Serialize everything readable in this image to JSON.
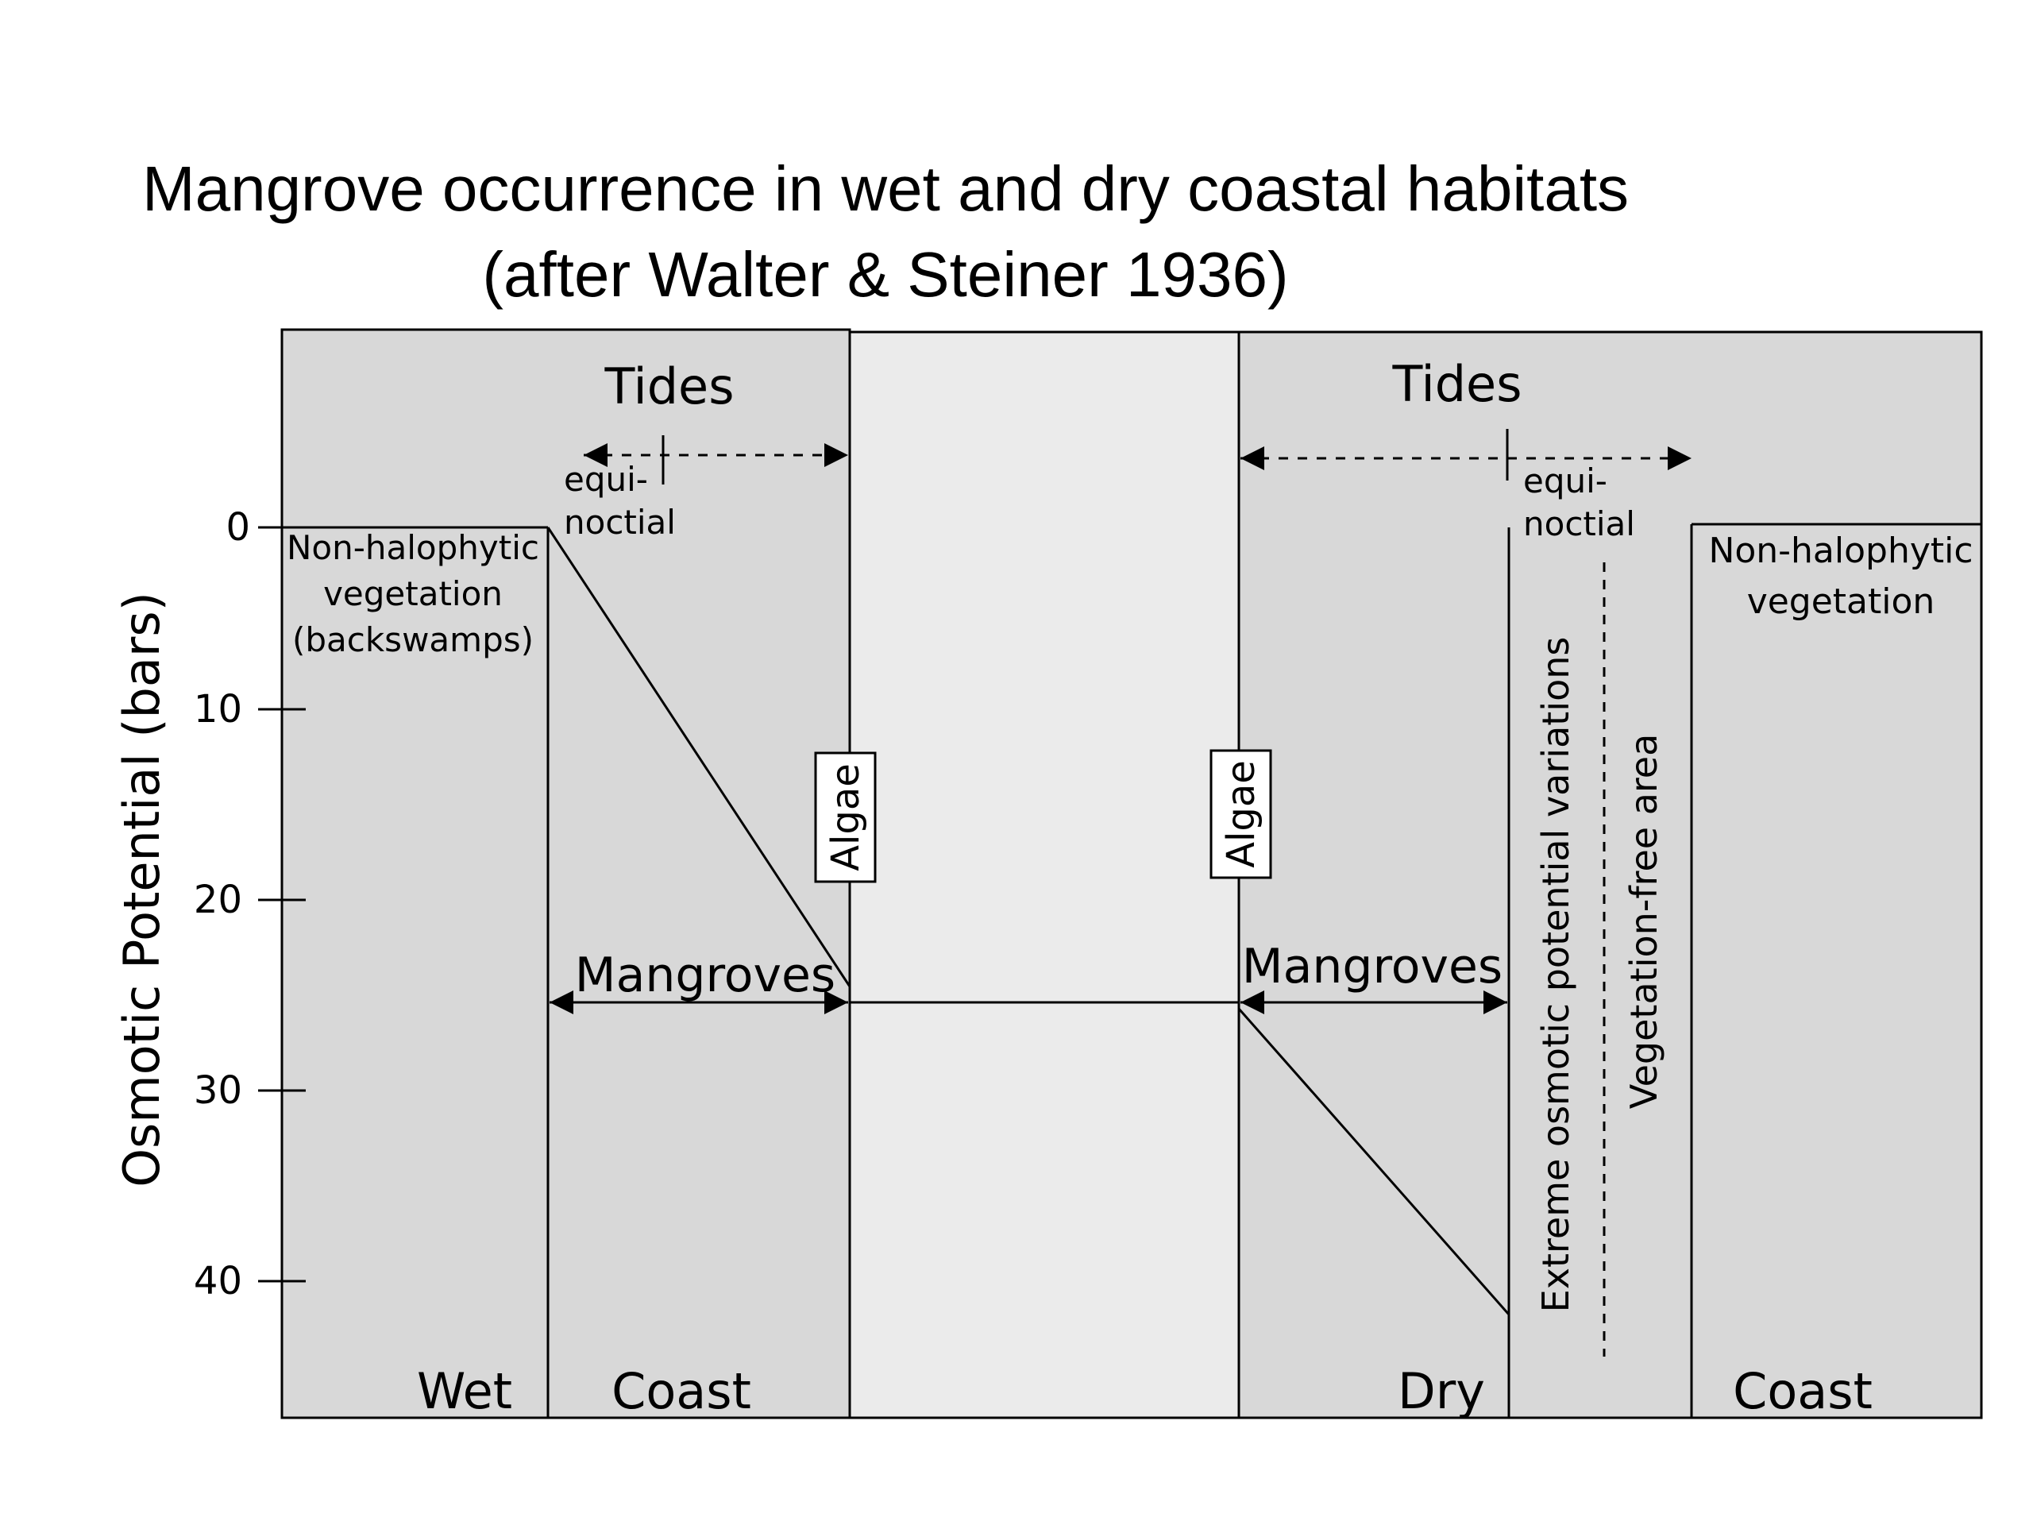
{
  "title": "Mangrove occurrence in wet and dry coastal habitats",
  "subtitle": "(after Walter & Steiner 1936)",
  "y_axis": {
    "label": "Osmotic Potential (bars)",
    "ticks": [
      "0",
      "10",
      "20",
      "30",
      "40"
    ]
  },
  "wet_side": {
    "tides_label": "Tides",
    "equinoctial_label_1": "equi-",
    "equinoctial_label_2": "noctial",
    "nonhalo_line1": "Non-halophytic",
    "nonhalo_line2": "vegetation",
    "nonhalo_line3": "(backswamps)",
    "algae_label": "Algae",
    "mangroves_label": "Mangroves",
    "bottom_left": "Wet",
    "bottom_right": "Coast"
  },
  "dry_side": {
    "tides_label": "Tides",
    "equinoctial_label_1": "equi-",
    "equinoctial_label_2": "noctial",
    "nonhalo_line1": "Non-halophytic",
    "nonhalo_line2": "vegetation",
    "algae_label": "Algae",
    "mangroves_label": "Mangroves",
    "extreme_label": "Extreme osmotic potential variations",
    "vegfree_label": "Vegetation-free area",
    "bottom_left": "Dry",
    "bottom_right": "Coast"
  },
  "colors": {
    "panel_fill": "#d8d8d8",
    "middle_fill": "#ebebeb",
    "line": "#000000"
  }
}
